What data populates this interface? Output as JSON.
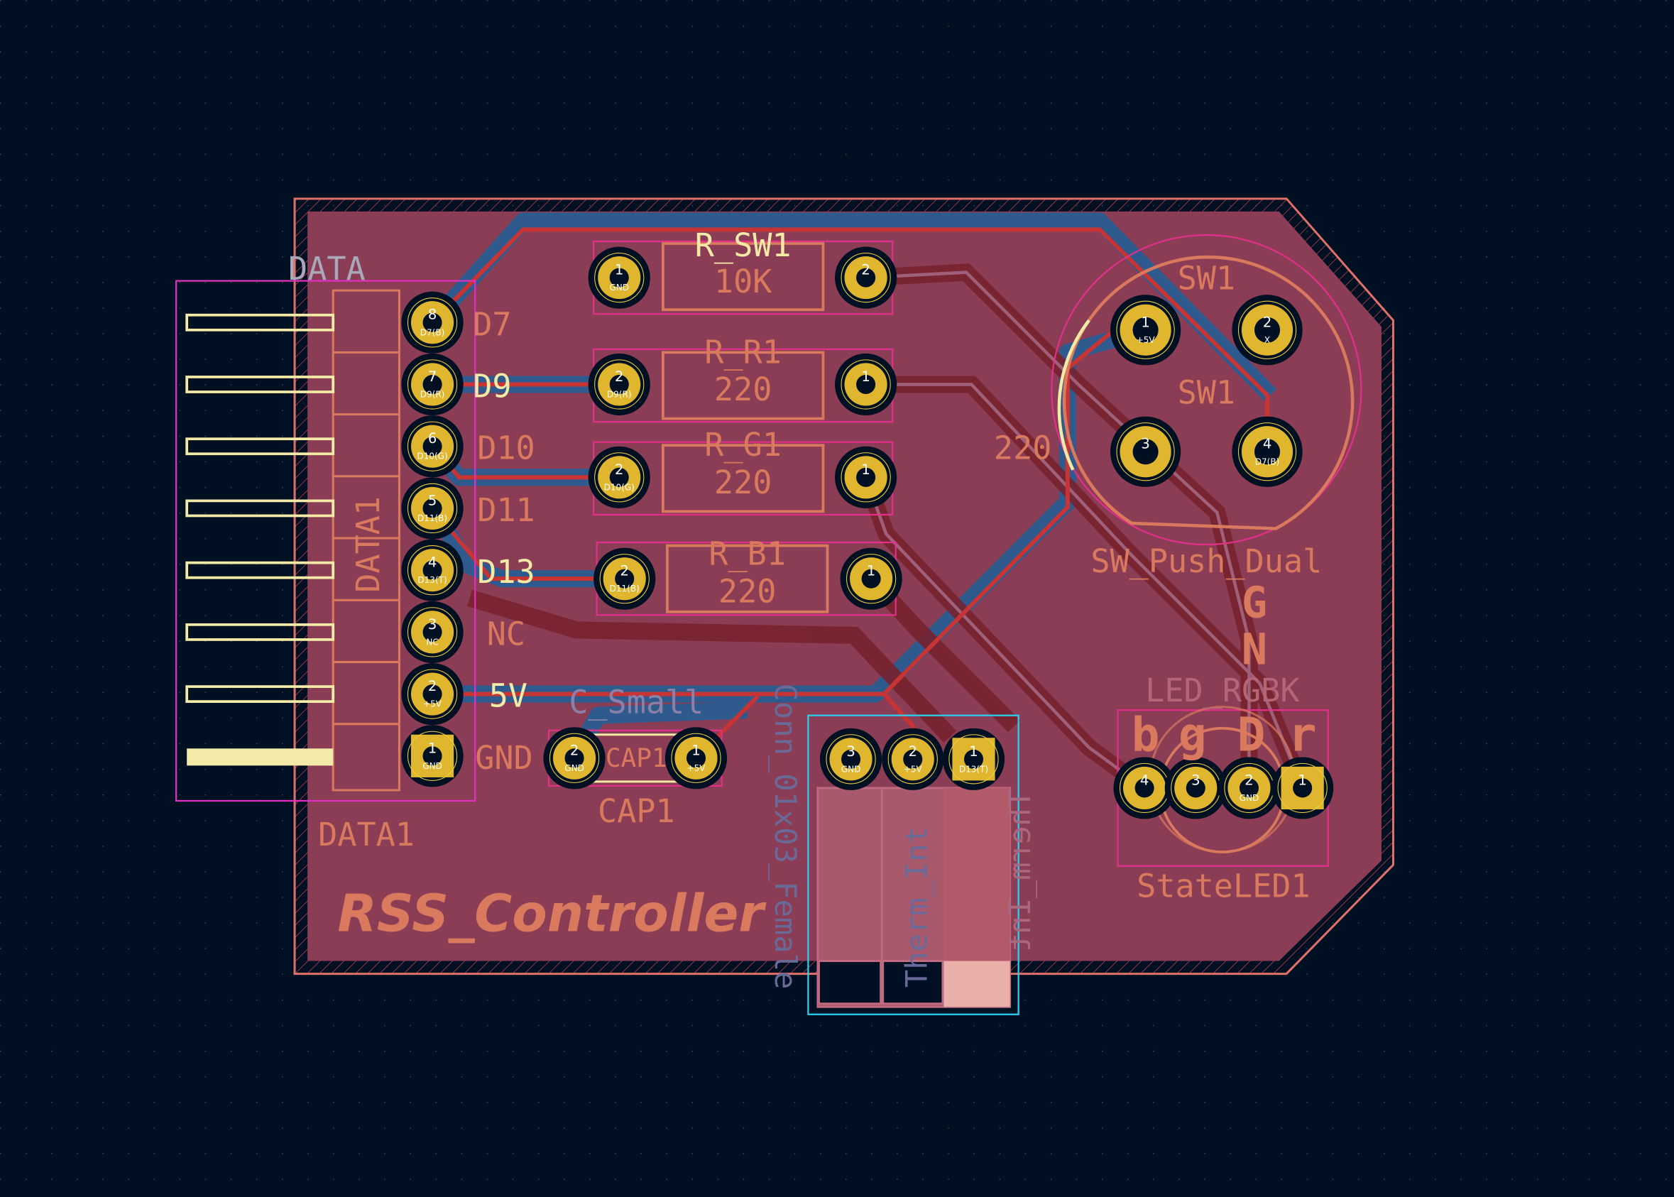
{
  "board": {
    "title": "RSS_Controller",
    "colors": {
      "background": "#001023",
      "board_fill": "#8b3d55",
      "front_copper": "#c83434",
      "back_copper": "#2f5a8e",
      "pad": "#e0b62e",
      "silkscreen": "#d9795e",
      "courtyard": "#e0308a"
    }
  },
  "labels": {
    "data_header": "DATA",
    "data1_ref": "DATA1",
    "data1_value": "DATA1",
    "net_d7": "D7",
    "net_d9": "D9",
    "net_d10": "D10",
    "net_d11": "D11",
    "net_d13": "D13",
    "net_nc": "NC",
    "net_5v": "5V",
    "net_gnd": "GND",
    "r_sw1_ref": "R_SW1",
    "r_sw1_val": "10K",
    "r_r1_ref": "R_R1",
    "r_r1_val": "220",
    "r_g1_ref": "R_G1",
    "r_g1_val": "220",
    "r_b1_ref": "R_B1",
    "r_b1_val": "220",
    "sw1_ref": "SW1",
    "sw1_ref2": "SW1",
    "sw1_value": "SW_Push_Dual",
    "floating_220": "220",
    "cap_value": "C_Small",
    "cap_ref_inner": "CAP1",
    "cap_ref": "CAP1",
    "conn_value": "Conn_01x03_Female",
    "therm_ref": "Therm_Int",
    "therm_ref2": "Therm_Int",
    "led_value": "LED_RGBK",
    "led_ref": "StateLED1",
    "led_letters": [
      "b",
      "g",
      "D",
      "r"
    ],
    "gnd_vertical": [
      "G",
      "N"
    ]
  },
  "pads": {
    "data1": [
      {
        "num": "8",
        "net": "D7(B)"
      },
      {
        "num": "7",
        "net": "D9(R)"
      },
      {
        "num": "6",
        "net": "D10(G)"
      },
      {
        "num": "5",
        "net": "D11(B)"
      },
      {
        "num": "4",
        "net": "D13(T)"
      },
      {
        "num": "3",
        "net": "NC"
      },
      {
        "num": "2",
        "net": "+5V"
      },
      {
        "num": "1",
        "net": "GND"
      }
    ],
    "r_sw1": [
      {
        "num": "1",
        "net": "GND"
      },
      {
        "num": "2",
        "net": ""
      }
    ],
    "r_r1": [
      {
        "num": "2",
        "net": "D9(R)"
      },
      {
        "num": "1",
        "net": ""
      }
    ],
    "r_g1": [
      {
        "num": "2",
        "net": "D10(G)"
      },
      {
        "num": "1",
        "net": ""
      }
    ],
    "r_b1": [
      {
        "num": "2",
        "net": "D11(B)"
      },
      {
        "num": "1",
        "net": ""
      }
    ],
    "sw1": [
      {
        "num": "1",
        "net": "+5V"
      },
      {
        "num": "2",
        "net": "X"
      },
      {
        "num": "3",
        "net": ""
      },
      {
        "num": "4",
        "net": "D7(B)"
      }
    ],
    "cap1": [
      {
        "num": "2",
        "net": "GND"
      },
      {
        "num": "1",
        "net": "+5V"
      }
    ],
    "therm": [
      {
        "num": "3",
        "net": "GND"
      },
      {
        "num": "2",
        "net": "+5V"
      },
      {
        "num": "1",
        "net": "D13(T)"
      }
    ],
    "led": [
      {
        "num": "4",
        "net": ""
      },
      {
        "num": "3",
        "net": ""
      },
      {
        "num": "2",
        "net": "GND"
      },
      {
        "num": "1",
        "net": ""
      }
    ]
  }
}
